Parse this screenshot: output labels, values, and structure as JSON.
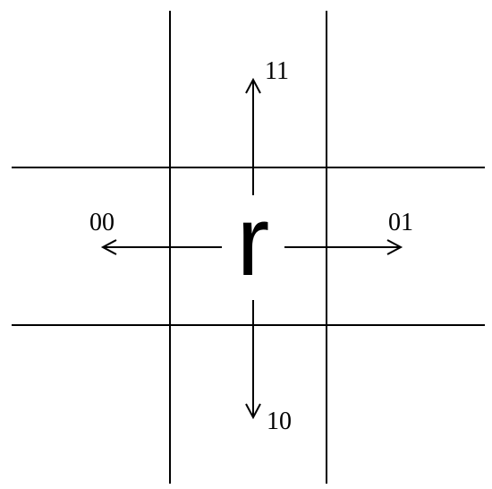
{
  "diagram": {
    "center_symbol": "r",
    "labels": {
      "up": "11",
      "left": "00",
      "right": "01",
      "down": "10"
    },
    "grid": {
      "rows": 3,
      "cols": 3
    }
  }
}
